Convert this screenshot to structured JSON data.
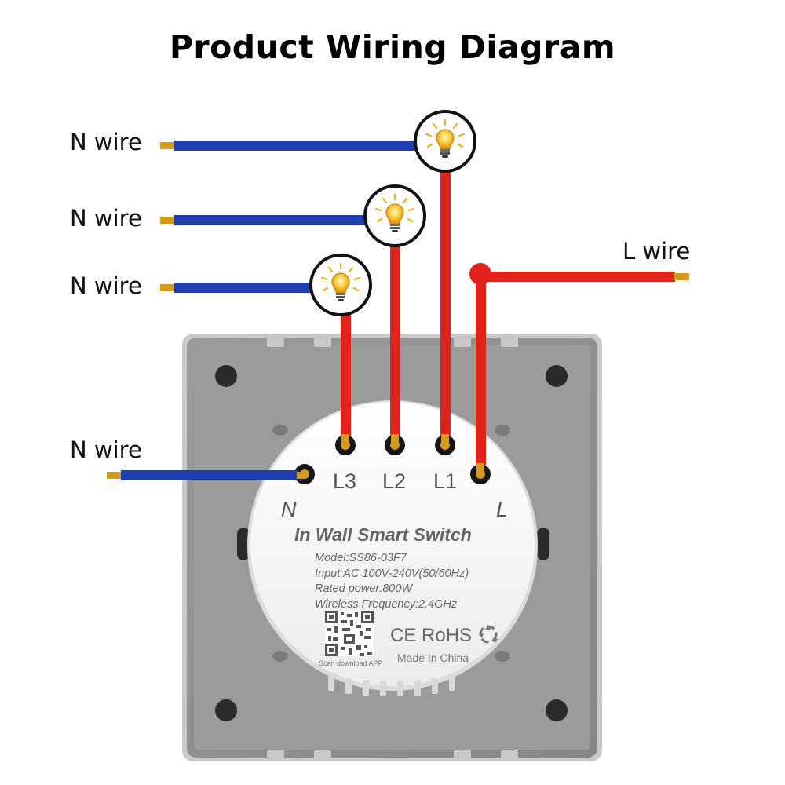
{
  "title": "Product Wiring Diagram",
  "wire_labels": {
    "n_wire_1": "N wire",
    "n_wire_2": "N wire",
    "n_wire_3": "N wire",
    "n_wire_4": "N wire",
    "l_wire": "L wire"
  },
  "terminals": {
    "l3": "L3",
    "l2": "L2",
    "l1": "L1",
    "n": "N",
    "l": "L"
  },
  "module": {
    "heading": "In Wall Smart Switch",
    "model": "Model:SS86-03F7",
    "input": "Input:AC 100V-240V(50/60Hz)",
    "rated_power": "Rated power:800W",
    "wireless": "Wireless Frequency:2.4GHz",
    "certifications": "CE RoHS",
    "made_in": "Made In China",
    "qr_caption": "Scan download APP"
  },
  "colors": {
    "neutral_wire": "#1f3fb0",
    "live_wire": "#e0231b",
    "copper_tip": "#d49a1c",
    "panel": "#8f8f8f",
    "module": "#f7f7f7"
  },
  "icons": [
    "light-bulb-icon",
    "qr-code-icon",
    "recycle-icon"
  ]
}
